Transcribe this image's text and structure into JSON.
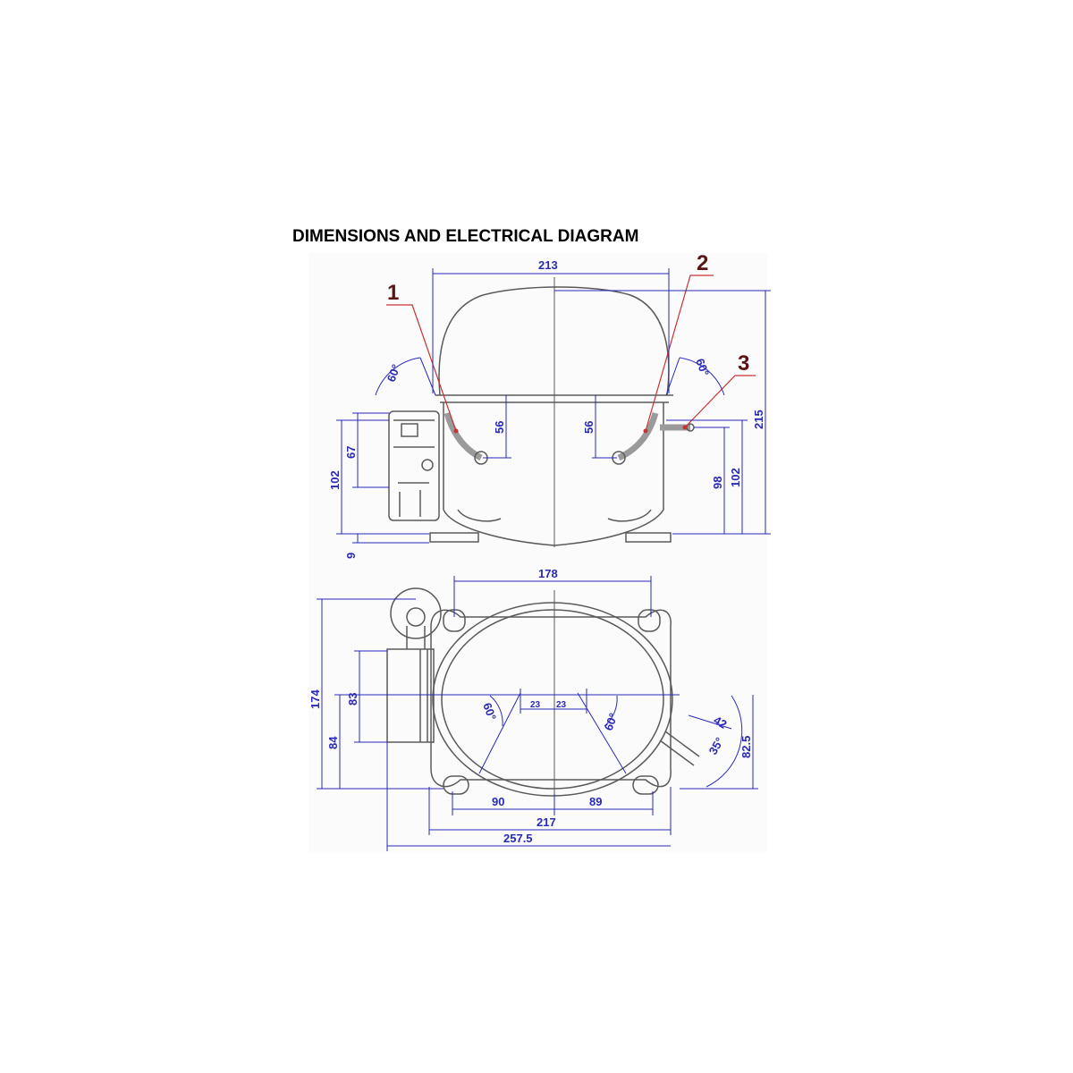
{
  "title": "DIMENSIONS AND ELECTRICAL DIAGRAM",
  "colors": {
    "outline": "#5a5a5a",
    "dimension": "#2a2ab8",
    "callout": "#5a1414",
    "callout_line": "#c83232",
    "panel_background": "#fbfbfc"
  },
  "front_view": {
    "dimensions": {
      "width_top": "213",
      "height_total": "215",
      "height_left": "102",
      "terminal_box_height": "67",
      "base_offset": "9",
      "pipe_height_left": "56",
      "pipe_height_right": "56",
      "pipe3_height": "98",
      "height_right": "102",
      "angle_left": "60°",
      "angle_right": "60°"
    },
    "callouts": {
      "one": "1",
      "two": "2",
      "three": "3"
    }
  },
  "top_view": {
    "dimensions": {
      "width_top": "178",
      "depth_total": "174",
      "box_height": "83",
      "box_offset": "84",
      "offset_right": "82.5",
      "span_left": "90",
      "span_right": "89",
      "base_width": "217",
      "overall_width": "257.5",
      "center_left": "23",
      "center_right": "23",
      "angle_left": "60°",
      "angle_center": "60°",
      "angle_right": "35°",
      "radius": "42"
    }
  }
}
